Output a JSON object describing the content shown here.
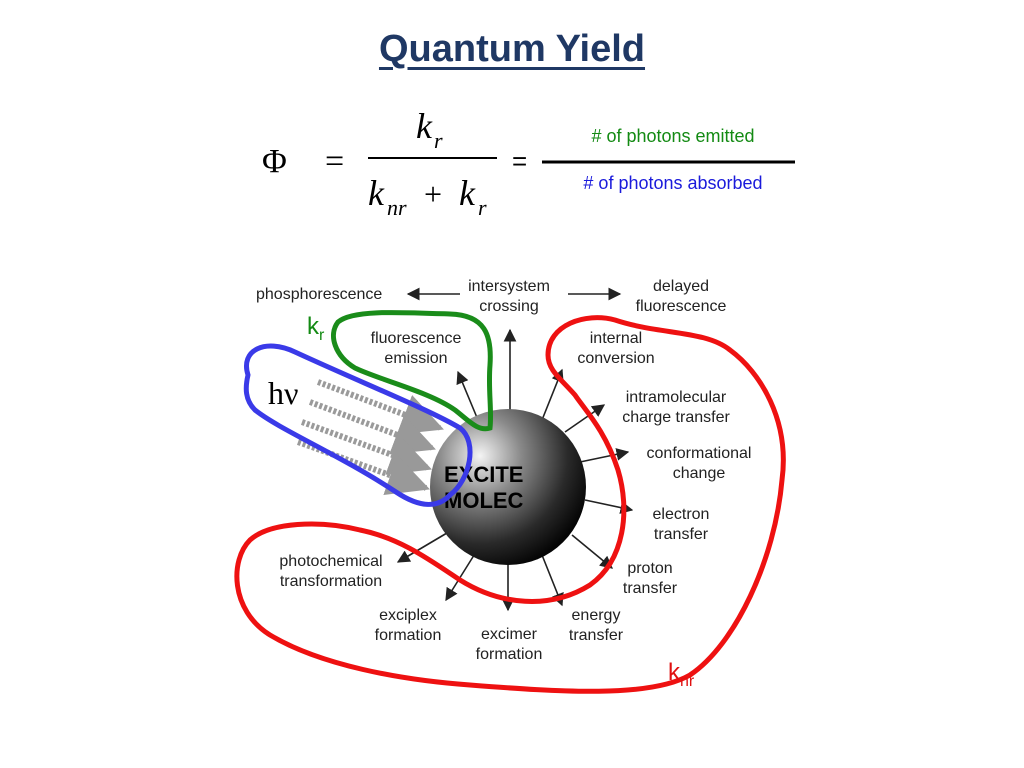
{
  "title": "Quantum Yield",
  "formula": {
    "phi": "Φ",
    "eq1": "=",
    "num_k": "k",
    "num_sub": "r",
    "den_k1": "k",
    "den_sub1": "nr",
    "den_plus": "+",
    "den_k2": "k",
    "den_sub2": "r",
    "eq2": "=",
    "ratio_numerator": "# of photons emitted",
    "ratio_denominator": "# of photons absorbed"
  },
  "diagram": {
    "center_line1": "EXCITE",
    "center_line2": "MOLEC",
    "hv": "hν",
    "kr_main": "k",
    "kr_sub": "r",
    "knr_main": "k",
    "knr_sub": "nr",
    "labels": {
      "phosphorescence": "phosphorescence",
      "intersystem_1": "intersystem",
      "intersystem_2": "crossing",
      "delayed_1": "delayed",
      "delayed_2": "fluorescence",
      "fluor_1": "fluorescence",
      "fluor_2": "emission",
      "internal_1": "internal",
      "internal_2": "conversion",
      "intramol_1": "intramolecular",
      "intramol_2": "charge transfer",
      "conform_1": "conformational",
      "conform_2": "change",
      "electron_1": "electron",
      "electron_2": "transfer",
      "proton_1": "proton",
      "proton_2": "transfer",
      "energy_1": "energy",
      "energy_2": "transfer",
      "excimer_1": "excimer",
      "excimer_2": "formation",
      "exciplex_1": "exciplex",
      "exciplex_2": "formation",
      "photochem_1": "photochemical",
      "photochem_2": "transformation"
    }
  },
  "colors": {
    "title": "#1f3864",
    "green": "#138a13",
    "blue": "#1a1adb",
    "red": "#e01010",
    "outline_blue": "#3a3ae8",
    "outline_green": "#1a8c1a",
    "outline_red": "#ee1111"
  }
}
